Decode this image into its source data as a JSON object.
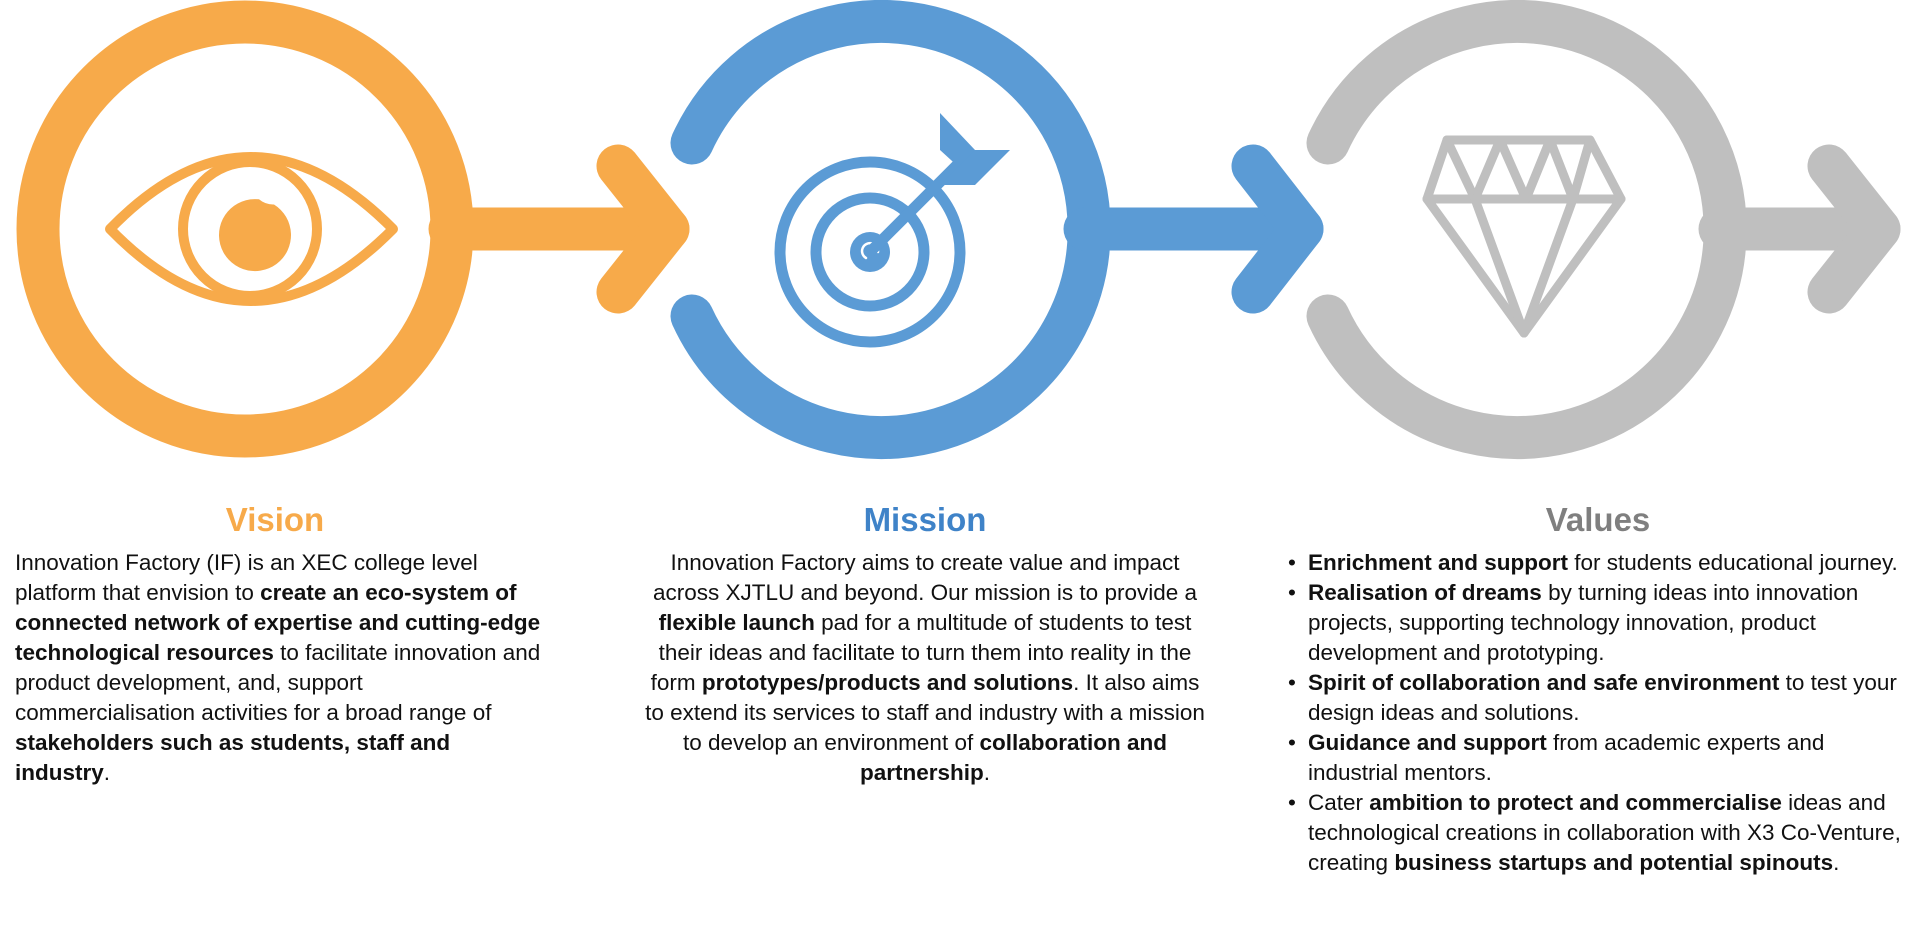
{
  "colors": {
    "vision": "#F7AA4A",
    "mission": "#5B9BD5",
    "mission_title": "#3F83C8",
    "values": "#BFBFBF",
    "values_title": "#7F7F7F"
  },
  "icons": {
    "vision": "eye-icon",
    "mission": "target-icon",
    "values": "diamond-icon"
  },
  "vision": {
    "title": "Vision",
    "paragraph": [
      {
        "text": "Innovation Factory (IF) is an XEC college level platform that envision to ",
        "bold": false
      },
      {
        "text": "create an eco-system of connected network of expertise and cutting-edge technological resources",
        "bold": true
      },
      {
        "text": " to facilitate innovation and product development, and, support commercialisation activities for a broad range of ",
        "bold": false
      },
      {
        "text": "stakeholders such as students, staff and industry",
        "bold": true
      },
      {
        "text": ".",
        "bold": false
      }
    ]
  },
  "mission": {
    "title": "Mission",
    "paragraph": [
      {
        "text": "Innovation Factory aims to create value and impact across XJTLU and beyond. Our mission is to provide a ",
        "bold": false
      },
      {
        "text": "flexible launch",
        "bold": true
      },
      {
        "text": " pad for a multitude of students to test their ideas and facilitate to turn them into reality in the form ",
        "bold": false
      },
      {
        "text": "prototypes/products and solutions",
        "bold": true
      },
      {
        "text": ". It also aims to extend its services to staff and industry with a mission to develop an environment of ",
        "bold": false
      },
      {
        "text": "collaboration and partnership",
        "bold": true
      },
      {
        "text": ".",
        "bold": false
      }
    ]
  },
  "values": {
    "title": "Values",
    "items": [
      [
        {
          "text": "Enrichment and support",
          "bold": true
        },
        {
          "text": " for students educational journey.",
          "bold": false
        }
      ],
      [
        {
          "text": "Realisation of dreams",
          "bold": true
        },
        {
          "text": " by turning ideas into innovation projects, supporting technology innovation, product development and prototyping.",
          "bold": false
        }
      ],
      [
        {
          "text": "Spirit of collaboration and safe environment",
          "bold": true
        },
        {
          "text": " to test your design ideas and solutions.",
          "bold": false
        }
      ],
      [
        {
          "text": "Guidance and support",
          "bold": true
        },
        {
          "text": " from academic experts and industrial mentors.",
          "bold": false
        }
      ],
      [
        {
          "text": "Cater ",
          "bold": false
        },
        {
          "text": "ambition to protect and commercialise",
          "bold": true
        },
        {
          "text": " ideas and technological creations in collaboration with X3 Co-Venture, creating ",
          "bold": false
        },
        {
          "text": "business startups and potential spinouts",
          "bold": true
        },
        {
          "text": ".",
          "bold": false
        }
      ]
    ]
  }
}
